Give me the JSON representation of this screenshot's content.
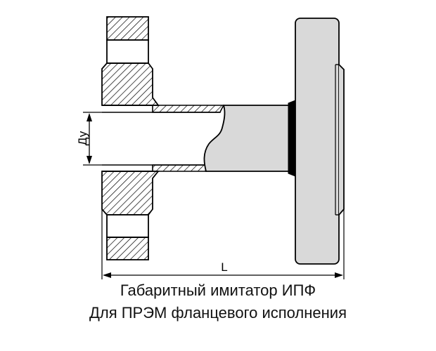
{
  "drawing": {
    "dimension_nominal_diameter": "Ду",
    "dimension_length": "L"
  },
  "caption": {
    "line1": "Габаритный имитатор ИПФ",
    "line2": "Для ПРЭМ фланцевого исполнения"
  },
  "colors": {
    "line": "#000000",
    "hatch": "#000000",
    "solid_fill": "#d9d9d9",
    "background": "#ffffff"
  }
}
